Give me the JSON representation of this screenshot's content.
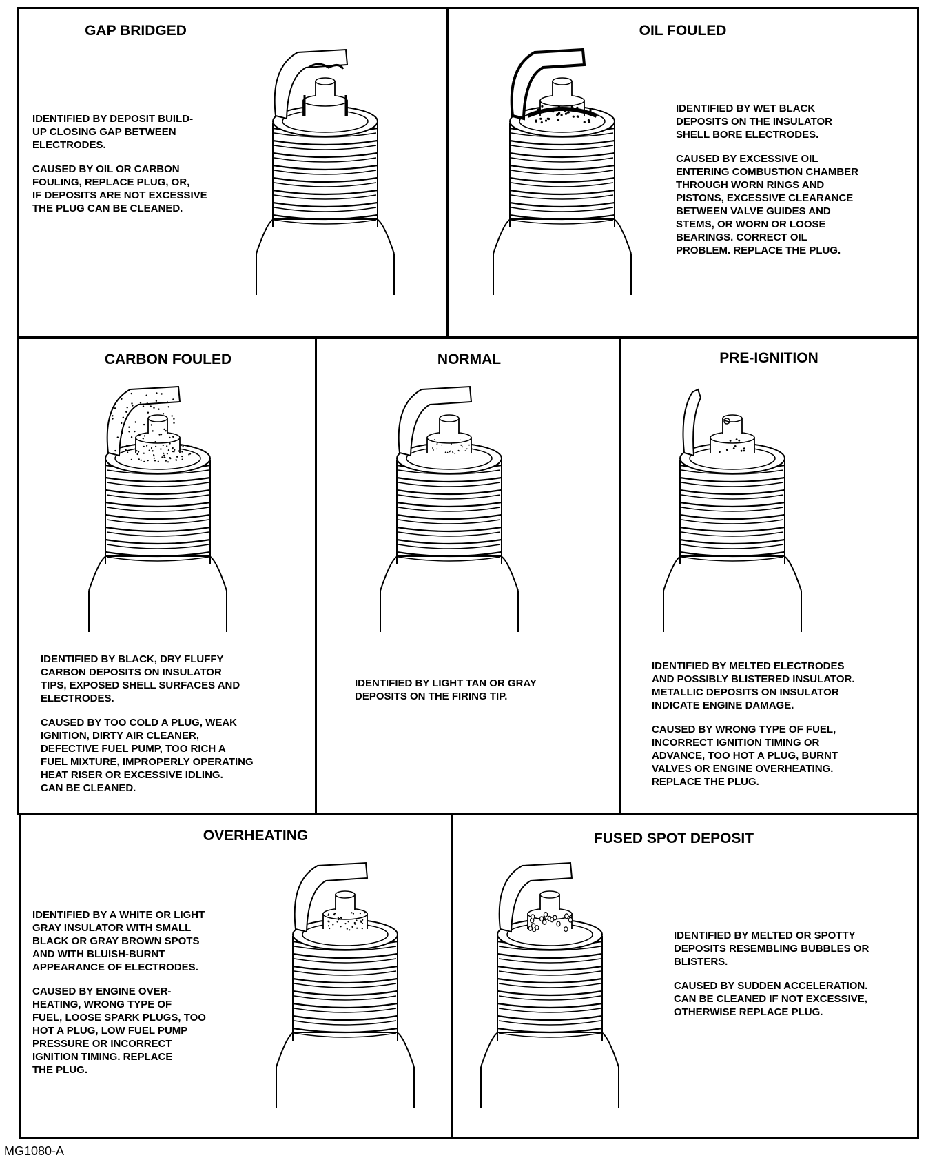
{
  "panels": [
    {
      "title": "GAP BRIDGED",
      "identified": "IDENTIFIED BY DEPOSIT BUILD-\nUP CLOSING GAP BETWEEN\nELECTRODES.",
      "caused": "CAUSED BY OIL OR CARBON\nFOULING, REPLACE PLUG, OR,\nIF DEPOSITS ARE NOT EXCESSIVE\nTHE PLUG CAN BE CLEANED."
    },
    {
      "title": "OIL FOULED",
      "identified": "IDENTIFIED BY WET BLACK\nDEPOSITS ON THE INSULATOR\nSHELL BORE ELECTRODES.",
      "caused": "CAUSED BY EXCESSIVE OIL\nENTERING COMBUSTION CHAMBER\nTHROUGH WORN RINGS AND\nPISTONS, EXCESSIVE CLEARANCE\nBETWEEN VALVE GUIDES AND\nSTEMS, OR WORN OR LOOSE\nBEARINGS. CORRECT OIL\nPROBLEM. REPLACE THE PLUG."
    },
    {
      "title": "CARBON FOULED",
      "identified": "IDENTIFIED BY BLACK, DRY FLUFFY\nCARBON DEPOSITS ON INSULATOR\nTIPS, EXPOSED SHELL SURFACES AND\nELECTRODES.",
      "caused": "CAUSED BY TOO COLD A PLUG, WEAK\nIGNITION, DIRTY AIR CLEANER,\nDEFECTIVE FUEL PUMP, TOO RICH A\nFUEL MIXTURE, IMPROPERLY OPERATING\nHEAT RISER OR EXCESSIVE IDLING.\nCAN BE CLEANED."
    },
    {
      "title": "NORMAL",
      "identified": "IDENTIFIED BY LIGHT TAN OR GRAY\nDEPOSITS ON THE FIRING TIP.",
      "caused": ""
    },
    {
      "title": "PRE-IGNITION",
      "identified": "IDENTIFIED BY MELTED ELECTRODES\nAND POSSIBLY BLISTERED INSULATOR.\nMETALLIC DEPOSITS ON INSULATOR\nINDICATE ENGINE DAMAGE.",
      "caused": "CAUSED BY WRONG TYPE OF FUEL,\nINCORRECT IGNITION TIMING OR\nADVANCE, TOO HOT A PLUG, BURNT\nVALVES OR ENGINE OVERHEATING.\nREPLACE THE PLUG."
    },
    {
      "title": "OVERHEATING",
      "identified": "IDENTIFIED BY A WHITE OR LIGHT\nGRAY INSULATOR WITH SMALL\nBLACK OR GRAY BROWN SPOTS\nAND WITH BLUISH-BURNT\nAPPEARANCE OF ELECTRODES.",
      "caused": "CAUSED BY ENGINE OVER-\nHEATING, WRONG TYPE OF\nFUEL, LOOSE SPARK PLUGS, TOO\nHOT A PLUG, LOW FUEL PUMP\nPRESSURE OR INCORRECT\nIGNITION TIMING. REPLACE\nTHE PLUG."
    },
    {
      "title": "FUSED SPOT DEPOSIT",
      "identified": "IDENTIFIED BY MELTED OR SPOTTY\nDEPOSITS RESEMBLING BUBBLES OR\nBLISTERS.",
      "caused": "CAUSED BY SUDDEN ACCELERATION.\nCAN BE CLEANED IF NOT EXCESSIVE,\nOTHERWISE REPLACE PLUG."
    }
  ],
  "reference": "MG1080-A"
}
